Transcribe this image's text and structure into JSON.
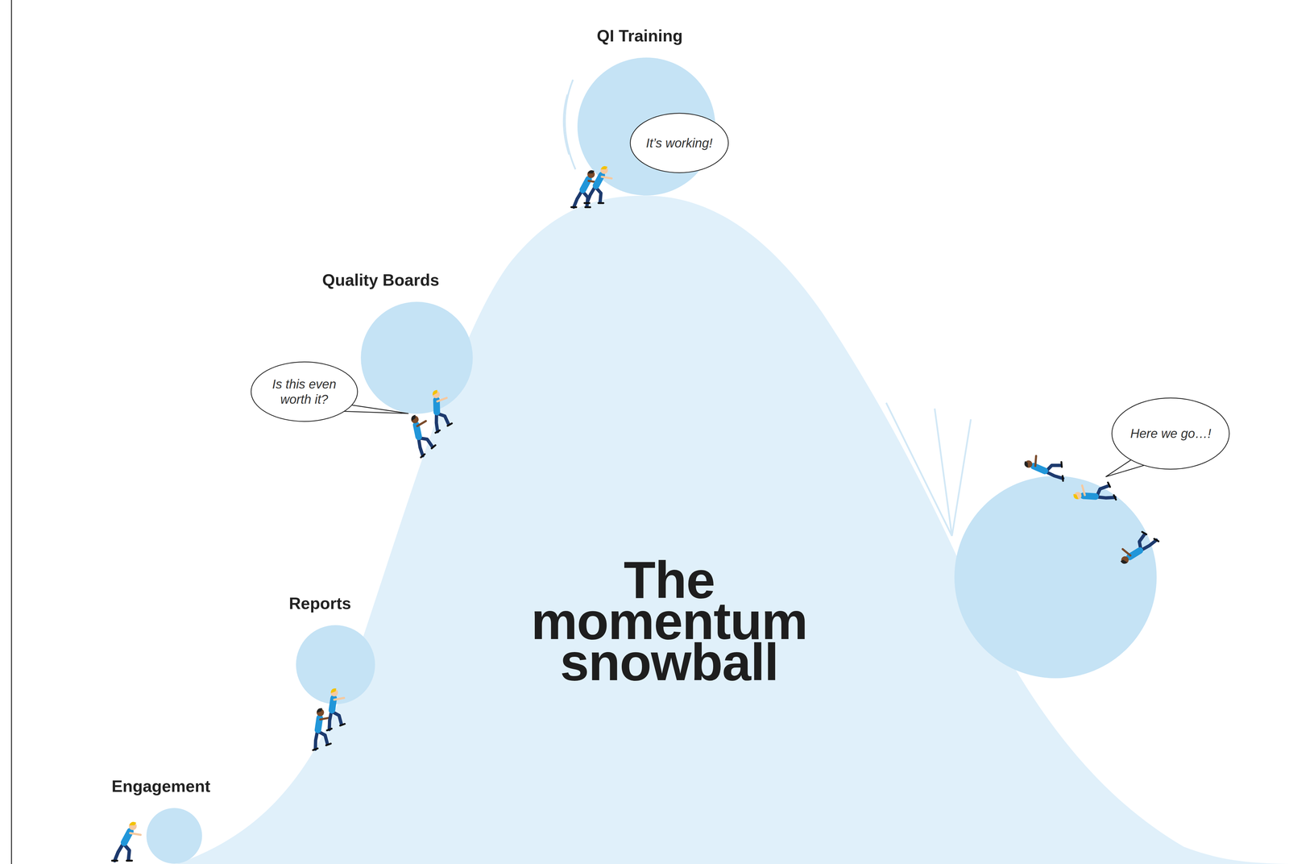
{
  "diagram": {
    "title": "The momentum snowball",
    "nodes": [
      {
        "text": [
          "QI Training"
        ]
      },
      {
        "text": [
          "It’s working!"
        ]
      },
      {
        "text": [
          "Quality Boards"
        ]
      },
      {
        "text": [
          "Is this even worth it?"
        ]
      },
      {
        "text": [
          "Reports"
        ]
      },
      {
        "text": [
          "Engagement"
        ]
      },
      {
        "text": [
          "Here we go…!"
        ]
      }
    ]
  }
}
